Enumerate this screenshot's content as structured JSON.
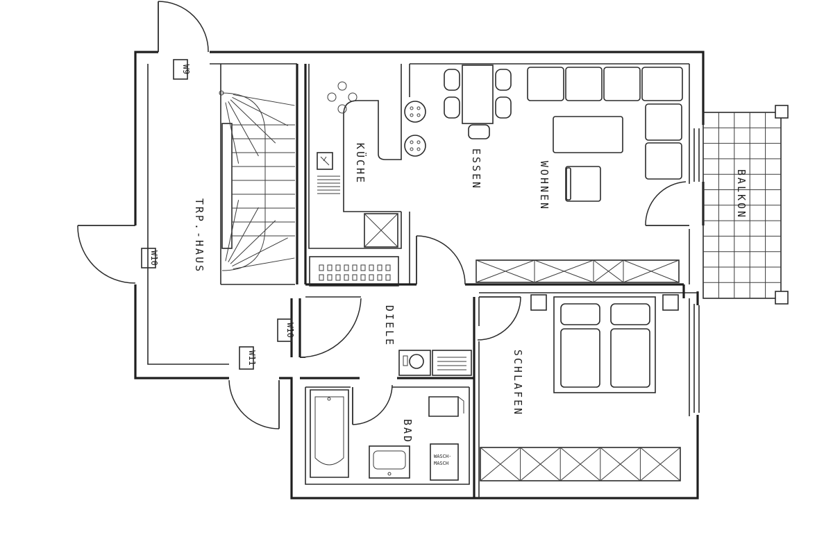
{
  "rooms": {
    "treppenhaus": "TRP.-HAUS",
    "kueche": "KÜCHE",
    "essen": "ESSEN",
    "wohnen": "WOHNEN",
    "balkon": "BALKON",
    "diele": "DIELE",
    "schlafen": "SCHLAFEN",
    "bad": "BAD"
  },
  "tags": {
    "tag_top": "W9",
    "tag_middle": "W10",
    "tag_lower": "W10",
    "tag_bottom": "W11"
  },
  "appliances": {
    "washer_label": "WASCH-\nMASCH"
  }
}
